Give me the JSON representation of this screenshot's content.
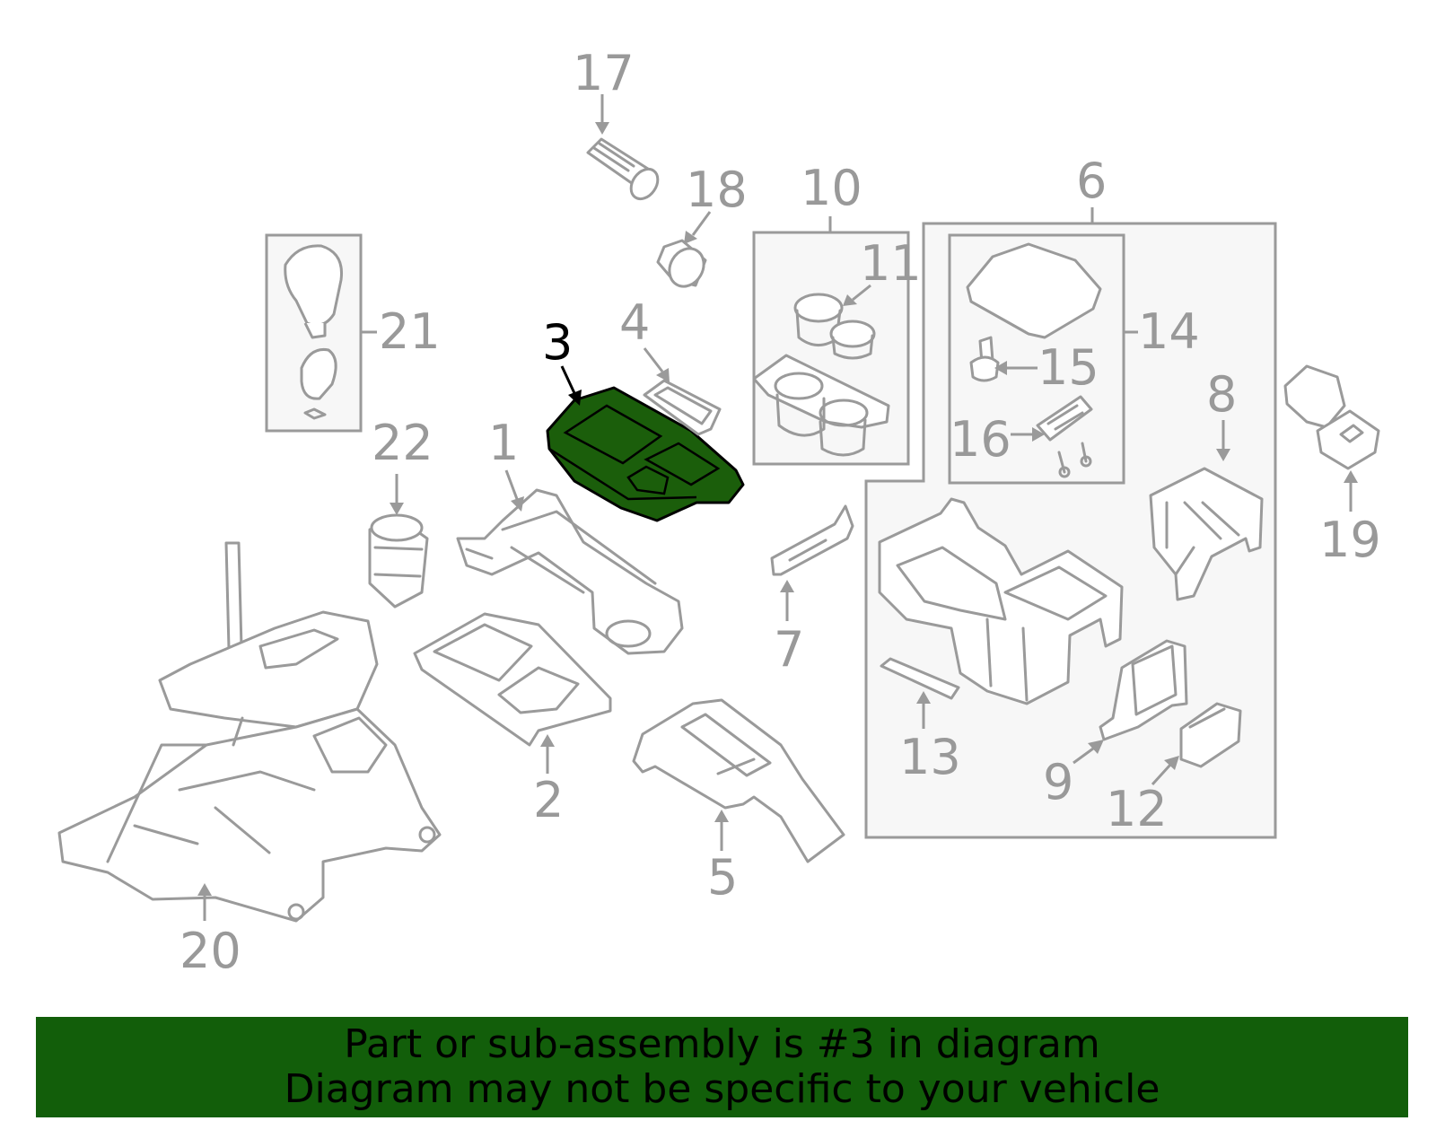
{
  "diagram": {
    "callouts": [
      "1",
      "2",
      "3",
      "4",
      "5",
      "6",
      "7",
      "8",
      "9",
      "10",
      "11",
      "12",
      "13",
      "14",
      "15",
      "16",
      "17",
      "18",
      "19",
      "20",
      "21",
      "22"
    ],
    "highlighted_callout": "3",
    "colors": {
      "highlight": "#1b5e0b",
      "banner": "#125e0a",
      "line": "#9a9a9a"
    }
  },
  "banner": {
    "line1": "Part or sub-assembly is #3 in diagram",
    "line2": "Diagram may not be specific to your vehicle"
  }
}
